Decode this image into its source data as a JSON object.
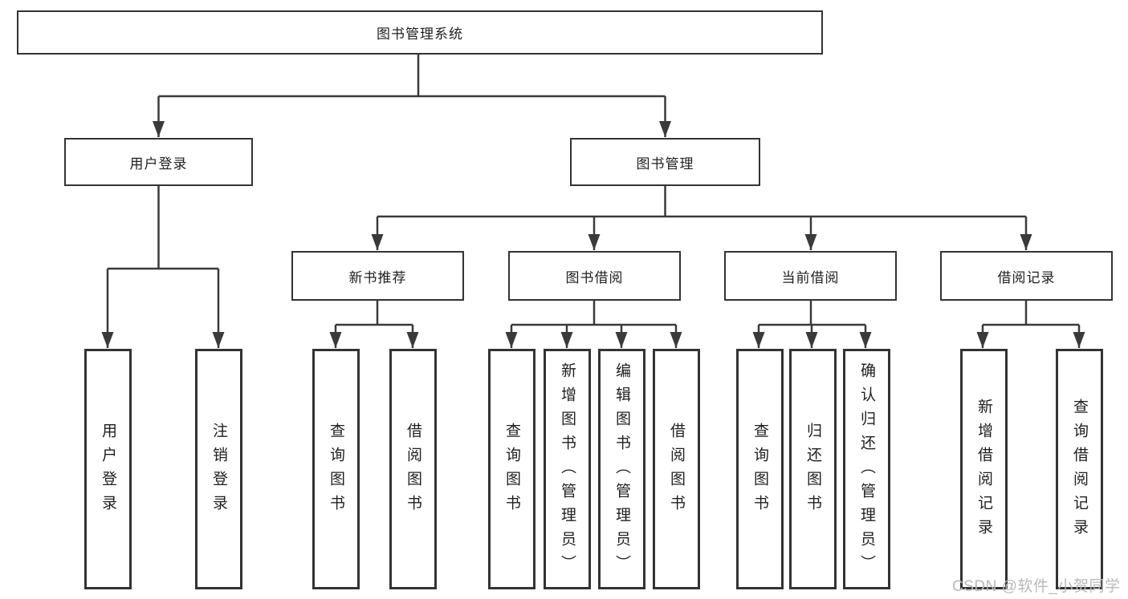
{
  "diagram_type": "hierarchy-tree",
  "tree": {
    "root": {
      "label": "图书管理系统",
      "children": [
        {
          "label": "用户登录",
          "children": [
            {
              "label": "用户登录"
            },
            {
              "label": "注销登录"
            }
          ]
        },
        {
          "label": "图书管理",
          "children": [
            {
              "label": "新书推荐",
              "children": [
                {
                  "label": "查询图书"
                },
                {
                  "label": "借阅图书"
                }
              ]
            },
            {
              "label": "图书借阅",
              "children": [
                {
                  "label": "查询图书"
                },
                {
                  "label": "新增图书（管理员）"
                },
                {
                  "label": "编辑图书（管理员）"
                },
                {
                  "label": "借阅图书"
                }
              ]
            },
            {
              "label": "当前借阅",
              "children": [
                {
                  "label": "查询图书"
                },
                {
                  "label": "归还图书"
                },
                {
                  "label": "确认归还（管理员）"
                }
              ]
            },
            {
              "label": "借阅记录",
              "children": [
                {
                  "label": "新增借阅记录"
                },
                {
                  "label": "查询借阅记录"
                }
              ]
            }
          ]
        }
      ]
    }
  },
  "watermark": {
    "text": "CSDN @软件_小贺同学"
  },
  "colors": {
    "line": "#3a3a3a",
    "box_border": "#333333",
    "text": "#1f1f1f",
    "watermark": "#b9b9b9",
    "background": "#ffffff"
  }
}
